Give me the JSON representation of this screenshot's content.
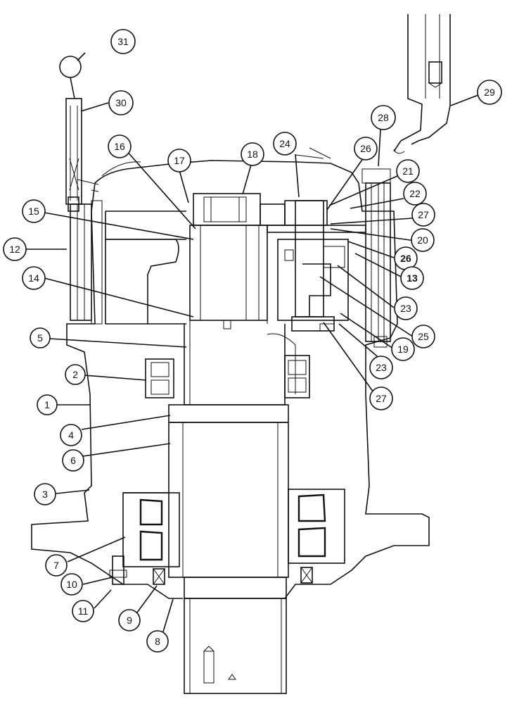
{
  "diagram": {
    "callouts": [
      {
        "id": "c1",
        "label": "1"
      },
      {
        "id": "c2",
        "label": "2"
      },
      {
        "id": "c3",
        "label": "3"
      },
      {
        "id": "c4",
        "label": "4"
      },
      {
        "id": "c5",
        "label": "5"
      },
      {
        "id": "c6",
        "label": "6"
      },
      {
        "id": "c7",
        "label": "7"
      },
      {
        "id": "c8",
        "label": "8"
      },
      {
        "id": "c9",
        "label": "9"
      },
      {
        "id": "c10",
        "label": "10"
      },
      {
        "id": "c11",
        "label": "11"
      },
      {
        "id": "c12",
        "label": "12"
      },
      {
        "id": "c13",
        "label": "13"
      },
      {
        "id": "c14",
        "label": "14"
      },
      {
        "id": "c15",
        "label": "15"
      },
      {
        "id": "c16",
        "label": "16"
      },
      {
        "id": "c17",
        "label": "17"
      },
      {
        "id": "c18",
        "label": "18"
      },
      {
        "id": "c19",
        "label": "19"
      },
      {
        "id": "c20",
        "label": "20"
      },
      {
        "id": "c21",
        "label": "21"
      },
      {
        "id": "c22",
        "label": "22"
      },
      {
        "id": "c23a",
        "label": "23"
      },
      {
        "id": "c23b",
        "label": "23"
      },
      {
        "id": "c24",
        "label": "24"
      },
      {
        "id": "c25",
        "label": "25"
      },
      {
        "id": "c26a",
        "label": "26"
      },
      {
        "id": "c26b",
        "label": "26"
      },
      {
        "id": "c27a",
        "label": "27"
      },
      {
        "id": "c27b",
        "label": "27"
      },
      {
        "id": "c28",
        "label": "28"
      },
      {
        "id": "c29",
        "label": "29"
      },
      {
        "id": "c30",
        "label": "30"
      },
      {
        "id": "c31",
        "label": "31"
      }
    ]
  }
}
